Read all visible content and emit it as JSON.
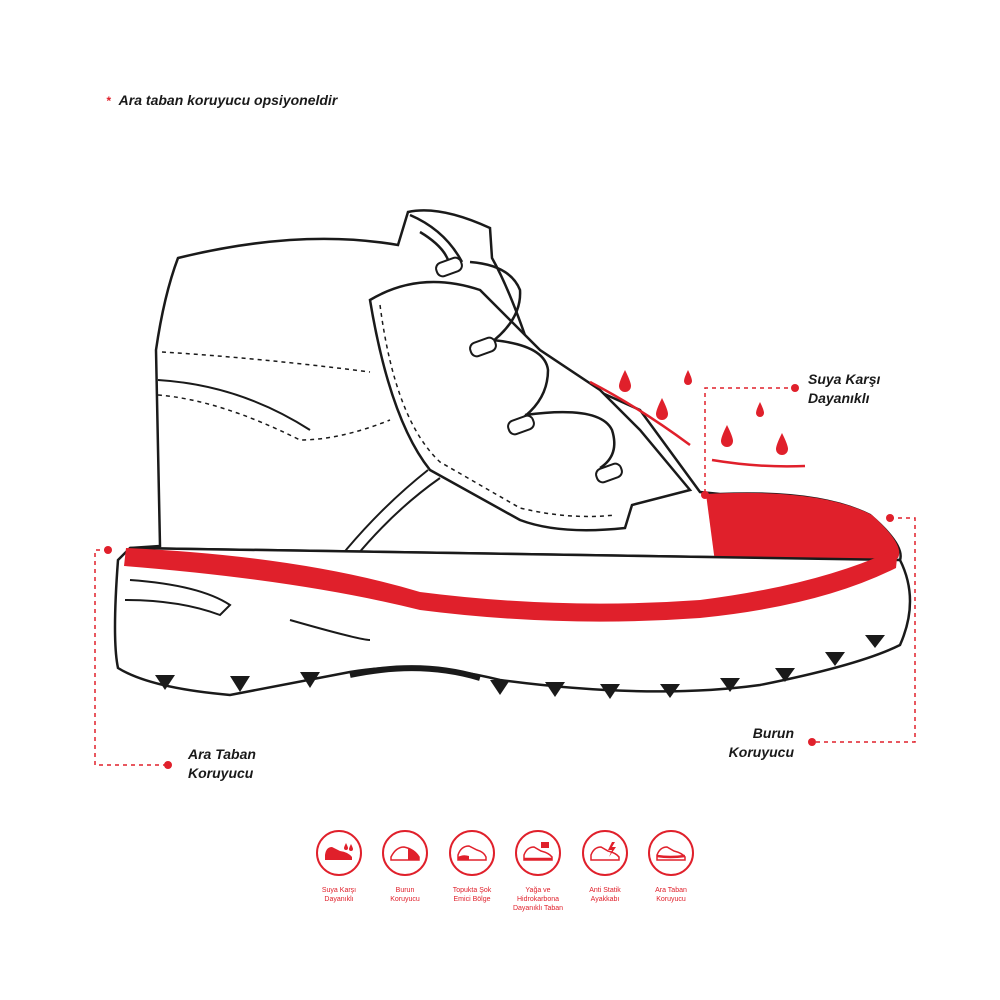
{
  "note": {
    "marker": "*",
    "text": "Ara taban koruyucu opsiyoneldir"
  },
  "callouts": {
    "water": {
      "line1": "Suya Karşı",
      "line2": "Dayanıklı"
    },
    "midsole": {
      "line1": "Ara Taban",
      "line2": "Koruyucu"
    },
    "toe": {
      "line1": "Burun",
      "line2": "Koruyucu"
    }
  },
  "features": [
    {
      "icon": "water-resistant-shoe-icon",
      "line1": "Suya Karşı",
      "line2": "Dayanıklı",
      "line3": ""
    },
    {
      "icon": "toe-cap-icon",
      "line1": "Burun",
      "line2": "Koruyucu",
      "line3": ""
    },
    {
      "icon": "heel-shock-absorber-icon",
      "line1": "Topukta Şok",
      "line2": "Emici Bölge",
      "line3": ""
    },
    {
      "icon": "oil-resistant-sole-icon",
      "line1": "Yağa ve",
      "line2": "Hidrokarbona",
      "line3": "Dayanıklı Taban"
    },
    {
      "icon": "antistatic-shoe-icon",
      "line1": "Anti Statik",
      "line2": "Ayakkabı",
      "line3": ""
    },
    {
      "icon": "midsole-protector-icon",
      "line1": "Ara Taban",
      "line2": "Koruyucu",
      "line3": ""
    }
  ],
  "colors": {
    "accent": "#e0202b",
    "outline": "#1a1a1a",
    "background": "#ffffff"
  }
}
